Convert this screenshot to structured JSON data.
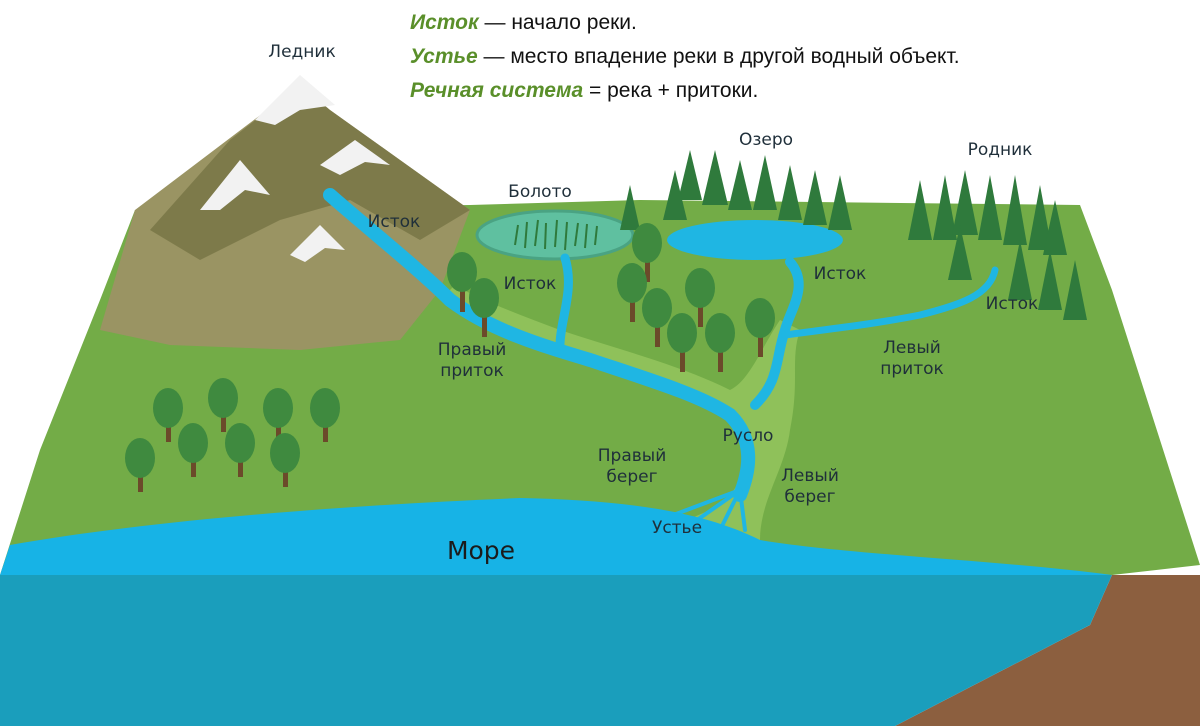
{
  "definitions": [
    {
      "term": "Исток",
      "sep": " — ",
      "text": "начало реки."
    },
    {
      "term": "Устье",
      "sep": " — ",
      "text": "место впадение реки в другой водный объект."
    },
    {
      "term": "Речная система",
      "sep": " = ",
      "text": "река + притоки."
    }
  ],
  "labels": {
    "glacier": "Ледник",
    "source_mountain": "Исток",
    "swamp": "Болото",
    "source_swamp": "Исток",
    "lake": "Озеро",
    "source_lake": "Исток",
    "spring": "Родник",
    "source_spring": "Исток",
    "right_tributary": [
      "Правый",
      "приток"
    ],
    "left_tributary": [
      "Левый",
      "приток"
    ],
    "channel": "Русло",
    "right_bank": [
      "Правый",
      "берег"
    ],
    "left_bank": [
      "Левый",
      "берег"
    ],
    "mouth": "Устье",
    "sea": "Море"
  },
  "colors": {
    "term": "#5a8f2a",
    "grass": "#73ac47",
    "grass_light": "#8fc15a",
    "river": "#1fb6e3",
    "sea_surface": "#17b3e6",
    "sea_side": "#1a9ebc",
    "soil": "#8c5f3f",
    "mountain": "#8f8b58",
    "snow": "#f2f2f2",
    "tree": "#2f7a3c"
  }
}
